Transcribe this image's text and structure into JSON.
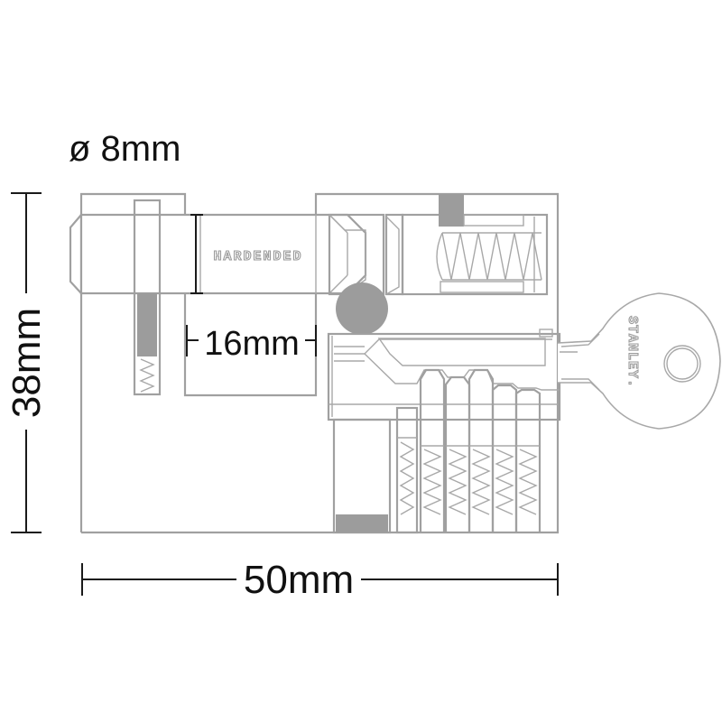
{
  "diagram": {
    "subject": "Padlock cylinder cross-section with key",
    "labels": {
      "shackle_diameter": "ø 8mm",
      "height": "38mm",
      "width": "50mm",
      "shackle_clearance": "16mm",
      "shackle_marking": "HARDENDED",
      "key_brand": "STANLEY."
    },
    "pin_count": 6,
    "colors": {
      "outline": "#a0a0a0",
      "dimension": "#1a1a1a",
      "solid_fill": "#9c9c9c",
      "background": "#ffffff"
    }
  }
}
